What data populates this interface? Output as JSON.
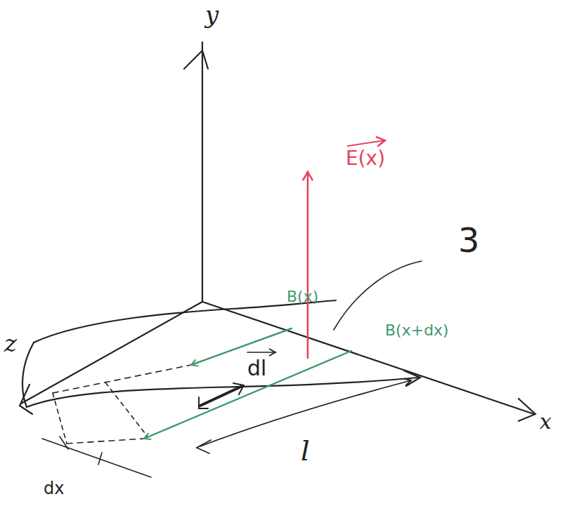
{
  "diagram": {
    "labels": [
      "y",
      "z",
      "x",
      "E(x)",
      "3",
      "B(x)",
      "B(x+dx)",
      "dl",
      "l",
      "dx"
    ]
  }
}
